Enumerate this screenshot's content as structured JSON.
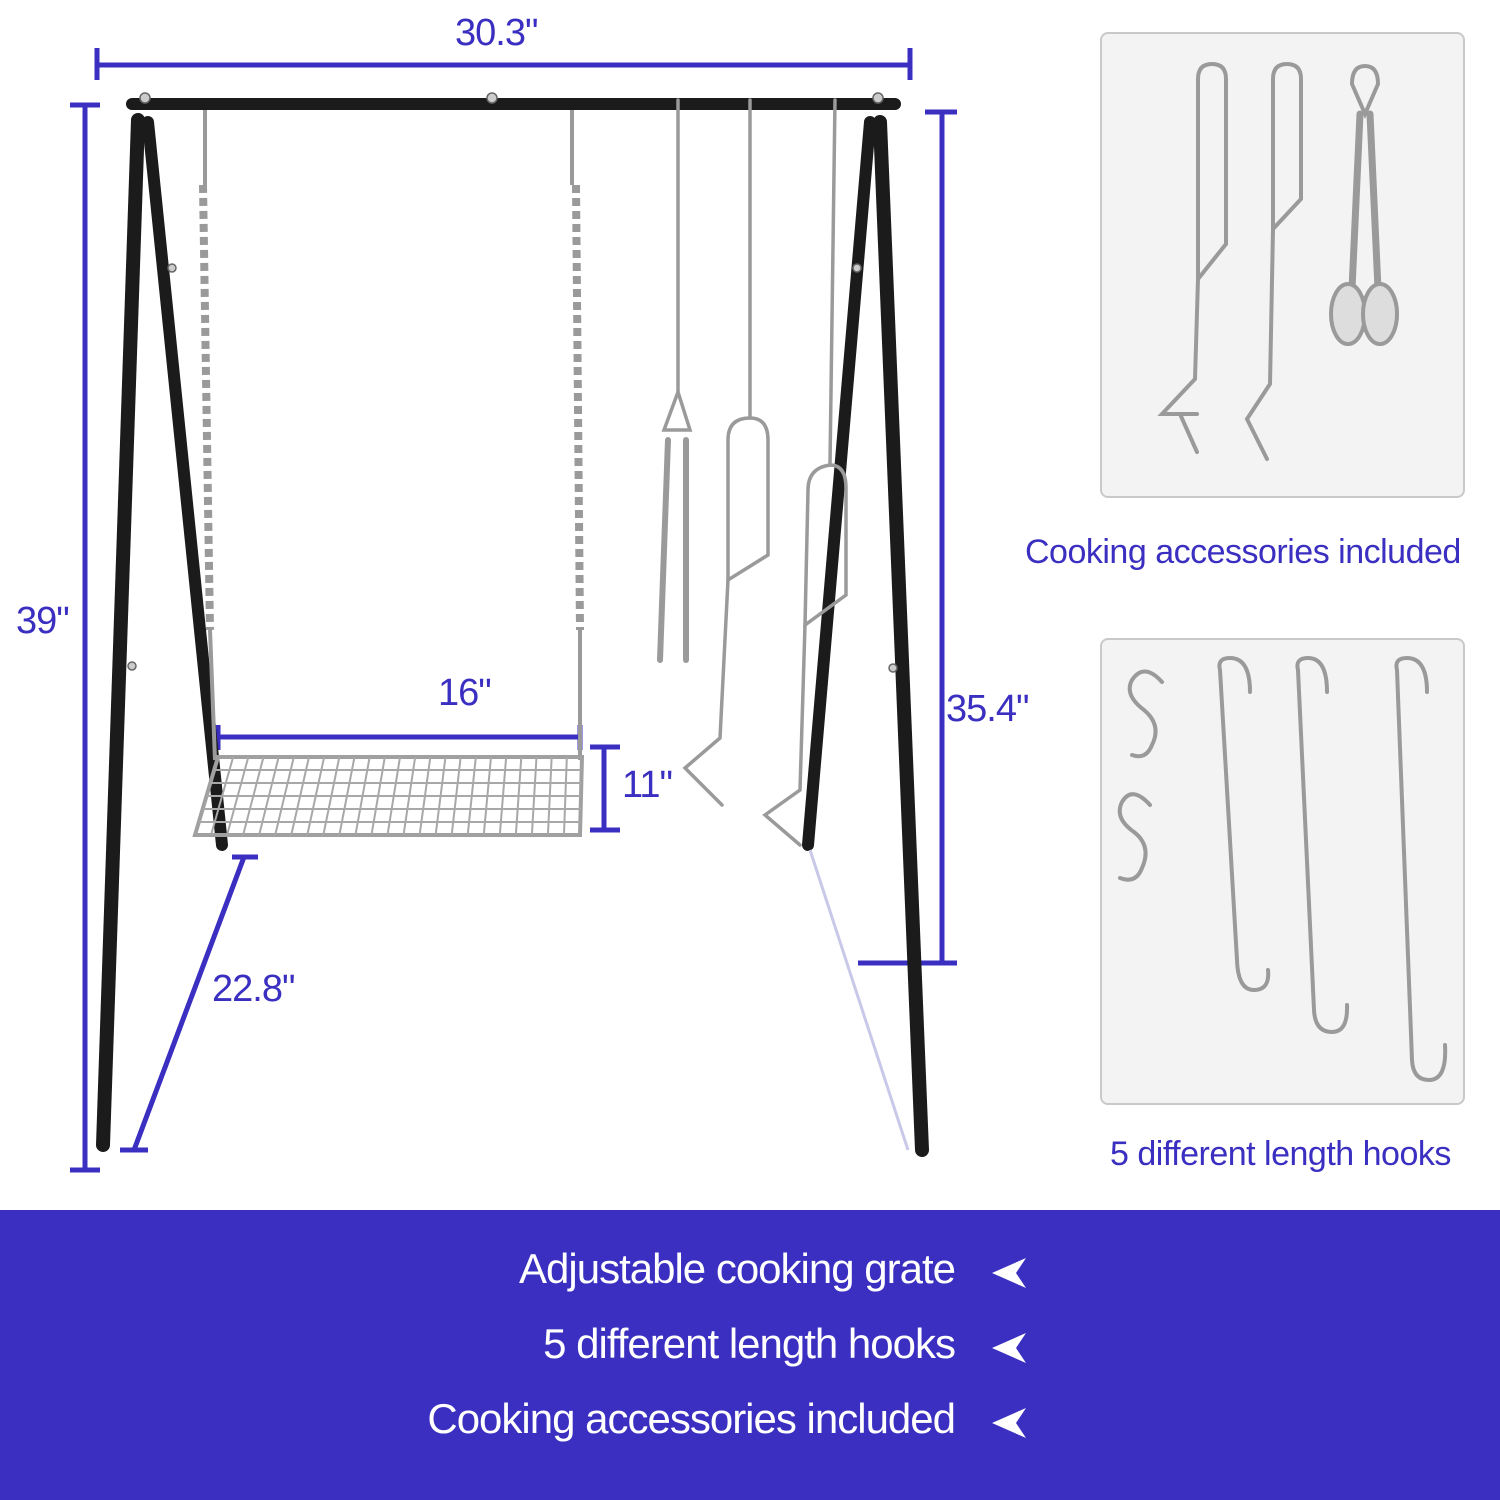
{
  "dimensions": {
    "width": "30.3\"",
    "height": "39\"",
    "hook_height": "35.4\"",
    "grate_width": "16\"",
    "grate_height": "11\"",
    "grate_depth": "22.8\""
  },
  "panels": [
    {
      "caption": "Cooking accessories included",
      "icon": "accessories-illustration"
    },
    {
      "caption": "5 different length hooks",
      "icon": "hooks-illustration"
    }
  ],
  "features": [
    {
      "label": "Adjustable cooking grate",
      "icon": "arrow-left-icon"
    },
    {
      "label": "5 different length hooks",
      "icon": "arrow-left-icon"
    },
    {
      "label": "Cooking accessories included",
      "icon": "arrow-left-icon"
    }
  ],
  "colors": {
    "accent": "#3a2fc0",
    "frame": "#1b1b1b",
    "steel": "#9a9a9a",
    "background": "#ffffff"
  }
}
